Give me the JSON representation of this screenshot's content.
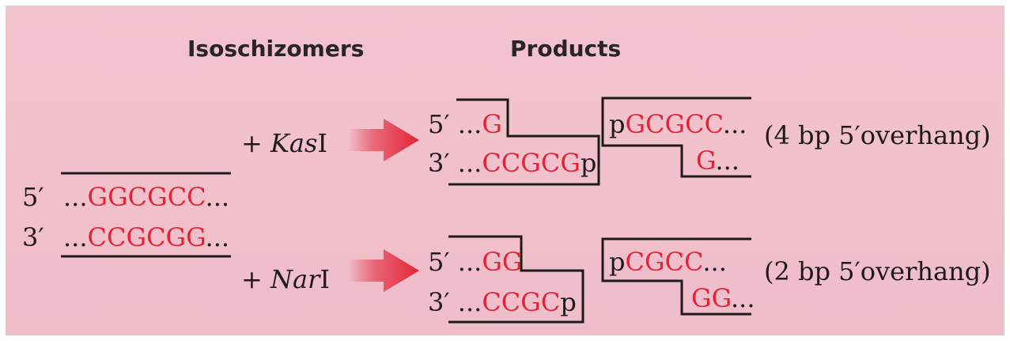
{
  "headers": {
    "enzymes": "Isoschizomers",
    "products": "Products"
  },
  "colors": {
    "sequence_red": "#e32436",
    "background": "#f1c2cc",
    "line": "#1f1a1a"
  },
  "substrate": {
    "top_prime": "5′",
    "bottom_prime": "3′",
    "top_dots_before": "...",
    "top_site": "GGCGCC",
    "top_dots_after": "...",
    "bottom_dots_before": "...",
    "bottom_site": "CCGCGG",
    "bottom_dots_after": "..."
  },
  "reactions": [
    {
      "plus": "+ ",
      "enzyme_italic": "Kas",
      "enzyme_roman": "I",
      "arrow_icon": "right-arrow-icon",
      "left_top_prime": "5′",
      "left_top_dots": "...",
      "left_top_red": "G",
      "left_bottom_prime": "3′",
      "left_bottom_dots": "...",
      "left_bottom_red": "CCGCG",
      "left_bottom_p": "p",
      "right_top_p": "p",
      "right_top_red": "GCGCC",
      "right_top_dots": "...",
      "right_bottom_red": "G",
      "right_bottom_dots": "...",
      "overhang": "(4 bp 5′overhang)"
    },
    {
      "plus": "+ ",
      "enzyme_italic": "Nar",
      "enzyme_roman": "I",
      "arrow_icon": "right-arrow-icon",
      "left_top_prime": "5′",
      "left_top_dots": "...",
      "left_top_red": "GG",
      "left_bottom_prime": "3′",
      "left_bottom_dots": "...",
      "left_bottom_red": "CCGC",
      "left_bottom_p": "p",
      "right_top_p": "p",
      "right_top_red": "CGCC",
      "right_top_dots": "...",
      "right_bottom_red": "GG",
      "right_bottom_dots": "...",
      "overhang": "(2 bp 5′overhang)"
    }
  ]
}
